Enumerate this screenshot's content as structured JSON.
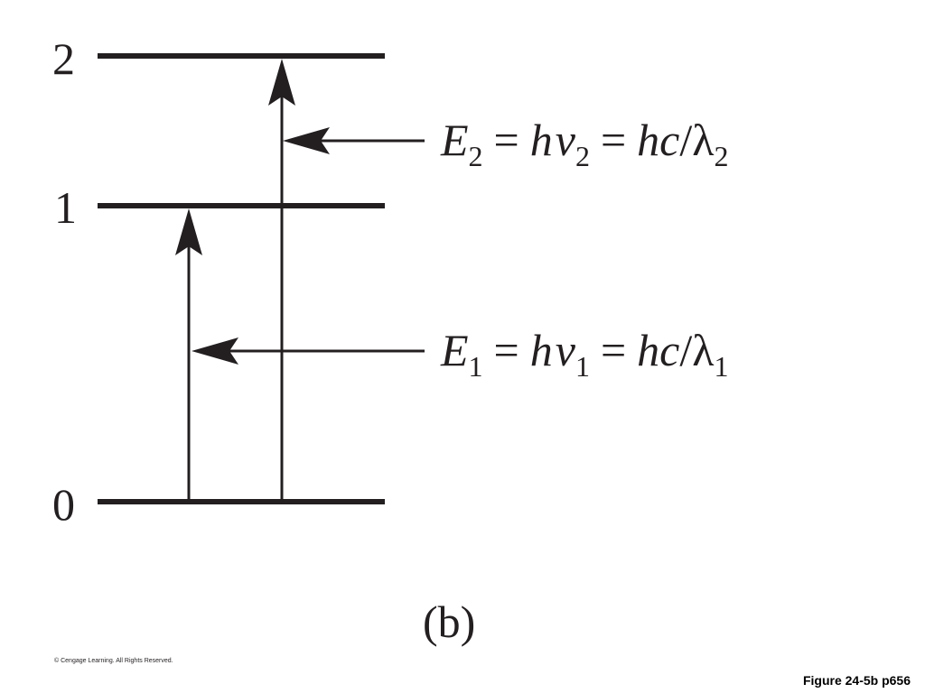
{
  "levels": [
    {
      "label": "0"
    },
    {
      "label": "1"
    },
    {
      "label": "2"
    }
  ],
  "transitions": [
    {
      "from_level": "0",
      "to_level": "1",
      "energy_symbol": "E",
      "energy_sub": "1",
      "freq_h": "h",
      "freq_nu": "ν",
      "freq_sub": "1",
      "wave_hc": "hc",
      "wave_slash": "/",
      "wave_lambda": "λ",
      "wave_sub": "1",
      "equals": "="
    },
    {
      "from_level": "0",
      "to_level": "2",
      "energy_symbol": "E",
      "energy_sub": "2",
      "freq_h": "h",
      "freq_nu": "ν",
      "freq_sub": "2",
      "wave_hc": "hc",
      "wave_slash": "/",
      "wave_lambda": "λ",
      "wave_sub": "2",
      "equals": "="
    }
  ],
  "panel_label": "(b)",
  "copyright": "© Cengage Learning. All Rights Reserved.",
  "figure_ref": "Figure 24-5b p656",
  "colors": {
    "ink": "#231f20",
    "background": "#ffffff"
  }
}
